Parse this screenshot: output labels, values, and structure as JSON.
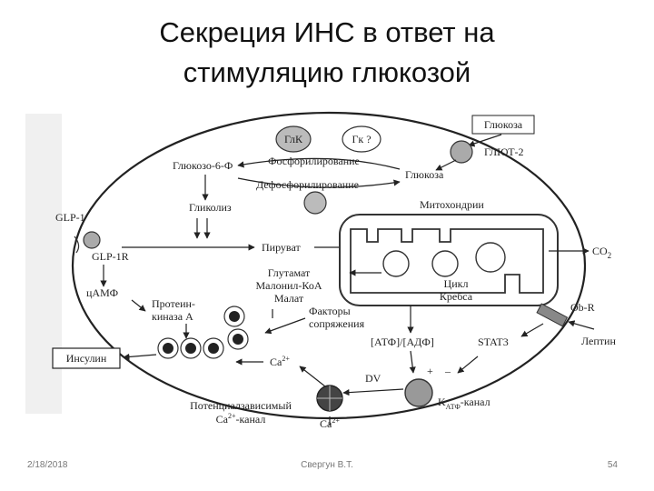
{
  "slide": {
    "title_line1": "Секреция ИНС в ответ на",
    "title_line2": "стимуляцию глюкозой"
  },
  "diagram": {
    "glucose_box": "Глюкоза",
    "glut2": "ГЛЮТ-2",
    "glucose_in": "Глюкоза",
    "glk": "ГлК",
    "gk": "Гк ?",
    "phosphorylation": "Фосфорилирование",
    "g6p": "Глюкозо-6-Ф",
    "dephosphorylation": "Дефосфорилирование",
    "glycolysis": "Гликолиз",
    "mitochondria": "Митохондрии",
    "glp1": "GLP-1",
    "glp1r": "GLP-1R",
    "pyruvate": "Пируват",
    "co2": "CO",
    "co2_sub": "2",
    "glutamate": "Глутамат",
    "malonyl_coa": "Малонил-КоА",
    "malate": "Малат",
    "krebs_line1": "Цикл",
    "krebs_line2": "Кребса",
    "camp": "цАМФ",
    "pka_line1": "Протеин-",
    "pka_line2": "киназа А",
    "coupling_line1": "Факторы",
    "coupling_line2": "сопряжения",
    "ob_r": "Ob-R",
    "atp_adp": "[АТФ]/[АДФ]",
    "stat3": "STAT3",
    "leptin": "Лептин",
    "insulin": "Инсулин",
    "ca_inside": "Ca",
    "ca_sup": "2+",
    "dv": "DV",
    "plus": "+",
    "minus": "–",
    "katp": "K",
    "katp_sub": "АТФ",
    "katp_suffix": "-канал",
    "vdcc_line1": "Потенциалзависимый",
    "vdcc_line2_pre": "Ca",
    "vdcc_line2_sup": "2+",
    "vdcc_line2_post": "-канал",
    "ca_outside": "Ca",
    "ca_outside_sup": "2+"
  },
  "footer": {
    "date": "2/18/2018",
    "author": "Свергун В.Т.",
    "page": "54"
  }
}
